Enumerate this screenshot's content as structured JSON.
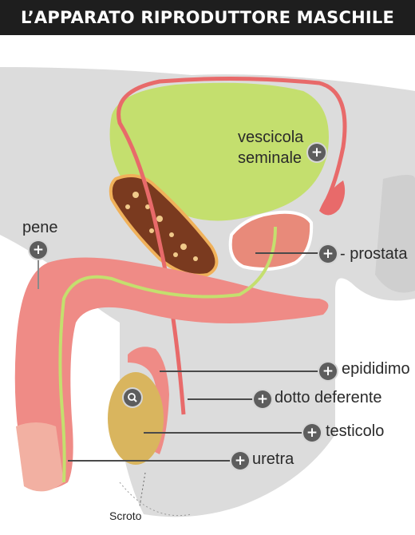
{
  "title": "L’APPARATO RIPRODUTTORE MASCHILE",
  "labels": {
    "vescicola_line1": "vescicola",
    "vescicola_line2": "seminale",
    "pene": "pene",
    "prostata": "- prostata",
    "epididimo": "epididimo",
    "dotto": "dotto deferente",
    "testicolo": "testicolo",
    "uretra": "uretra",
    "scroto": "Scroto"
  },
  "buttons": {
    "plus": "+"
  },
  "colors": {
    "header_bg": "#1e1e1e",
    "bladder": "#c4df6e",
    "tissue": "#e86a6a",
    "bone": "#f0b15a",
    "testis": "#d9b55e",
    "body_gray": "#dcdcdc"
  },
  "icons": [
    "plus-icon",
    "magnifier-icon"
  ]
}
